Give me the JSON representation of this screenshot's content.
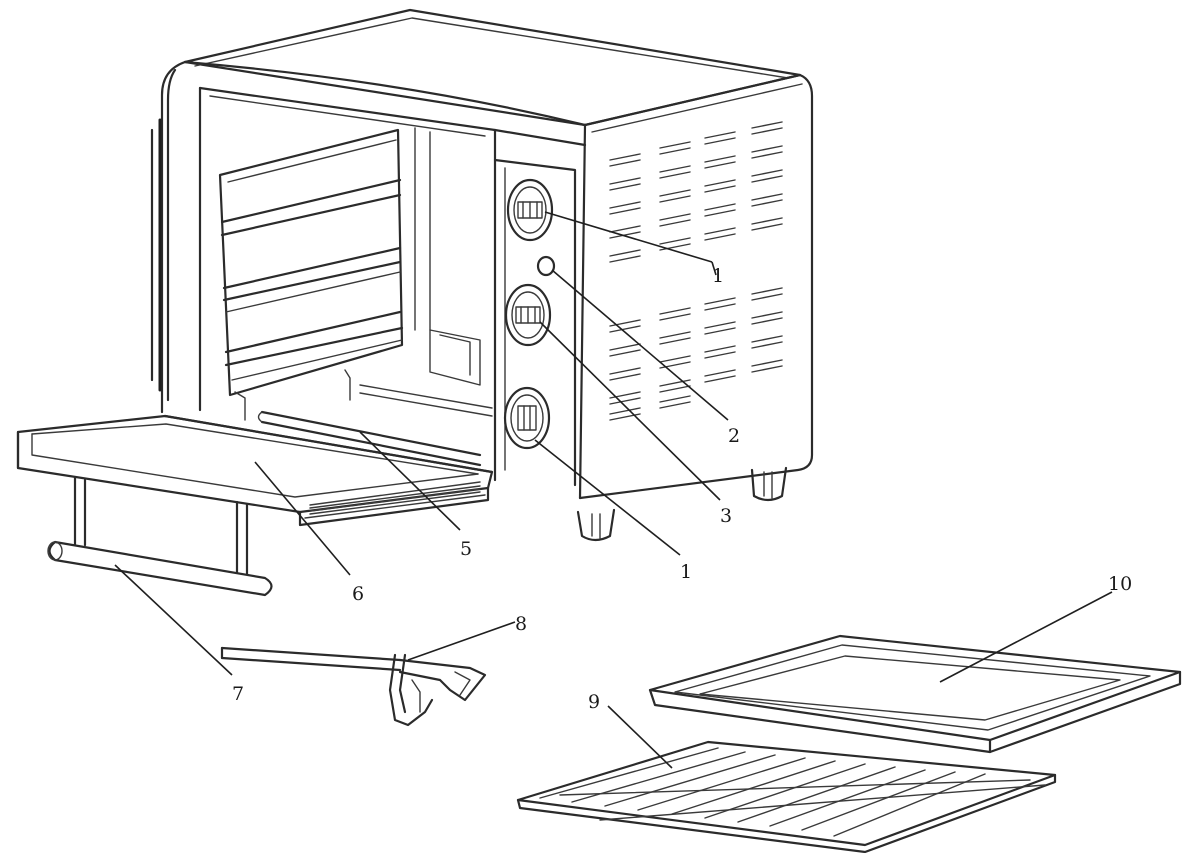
{
  "callouts": {
    "c1_top": "1",
    "c2": "2",
    "c3": "3",
    "c1_bottom": "1",
    "c5": "5",
    "c6": "6",
    "c7": "7",
    "c8": "8",
    "c9": "9",
    "c10": "10"
  }
}
